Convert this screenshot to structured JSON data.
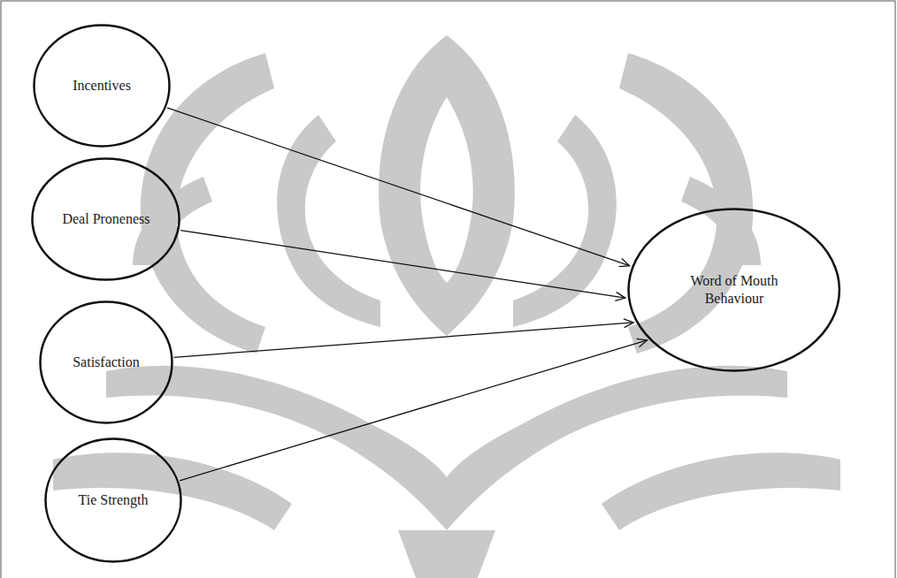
{
  "diagram": {
    "nodes": [
      {
        "text": [
          "Incentives"
        ]
      },
      {
        "text": [
          "Deal Proneness"
        ]
      },
      {
        "text": [
          "Satisfaction"
        ]
      },
      {
        "text": [
          "Tie Strength"
        ]
      },
      {
        "text": [
          "Word of Mouth Behaviour"
        ]
      }
    ],
    "edges": [
      {
        "from": 0,
        "to": 4,
        "arrow": "to"
      },
      {
        "from": 1,
        "to": 4,
        "arrow": "to"
      },
      {
        "from": 2,
        "to": 4,
        "arrow": "to"
      },
      {
        "from": 3,
        "to": 4,
        "arrow": "to"
      }
    ]
  }
}
